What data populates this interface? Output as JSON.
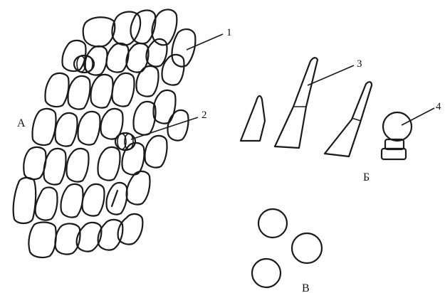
{
  "panels": {
    "a": "А",
    "b": "Б",
    "c": "В"
  },
  "callouts": {
    "c1": "1",
    "c2": "2",
    "c3": "3",
    "c4": "4"
  }
}
